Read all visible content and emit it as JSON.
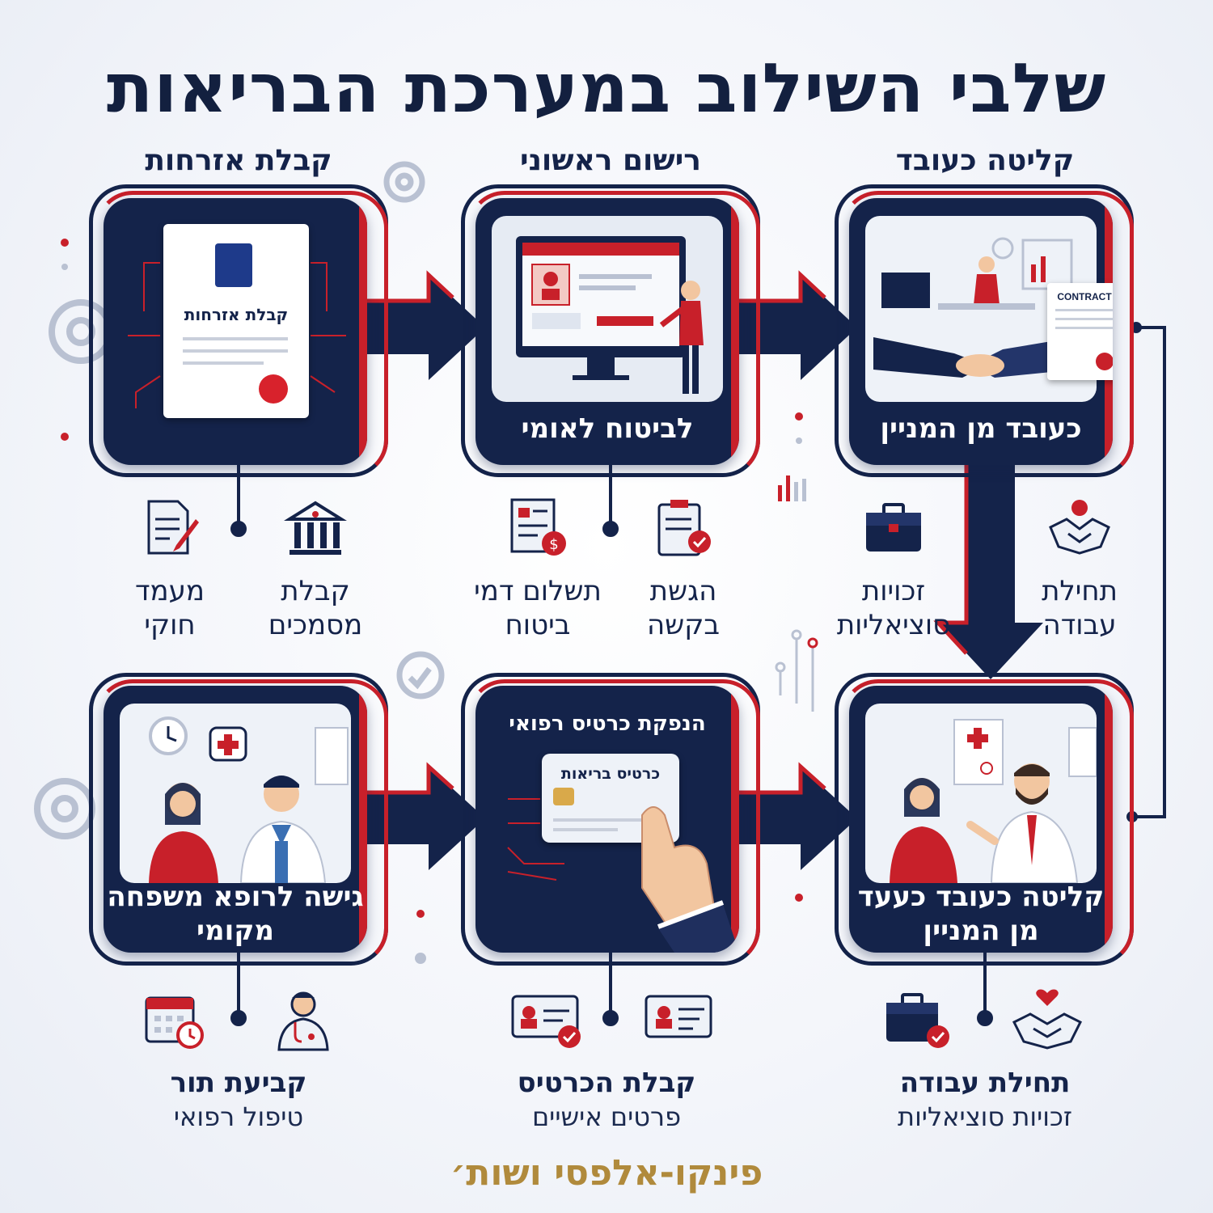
{
  "title": "שלבי השילוב במערכת הבריאות",
  "stages": [
    {
      "title": "קבלת אזרחות",
      "card_caption": "",
      "document_title": "קבלת אזרחות",
      "items": [
        {
          "icon": "bank-building-icon",
          "label": "קבלת מסמכים"
        },
        {
          "icon": "document-pen-icon",
          "label": "מעמד חוקי"
        }
      ]
    },
    {
      "title": "רישום ראשוני",
      "card_caption": "לביטוח לאומי",
      "items": [
        {
          "icon": "clipboard-check-icon",
          "label": "הגשת בקשה"
        },
        {
          "icon": "invoice-dollar-icon",
          "label": "תשלום דמי ביטוח"
        }
      ]
    },
    {
      "title": "קליטה כעובד",
      "card_caption": "כעובד מן המניין",
      "contract_label": "CONTRACT",
      "items": [
        {
          "icon": "handshake-icon",
          "label": "תחילת עבודה"
        },
        {
          "icon": "briefcase-icon",
          "label": "זכויות סוציאליות"
        }
      ]
    },
    {
      "title": "",
      "card_caption": "קליטה כעובד כעעד מן המניין",
      "items": [
        {
          "icon": "handshake-heart-icon",
          "label": "תחילת עבודה",
          "sublabel": "זכויות סוציאליות"
        },
        {
          "icon": "briefcase-check-icon",
          "label": ""
        }
      ]
    },
    {
      "title": "",
      "card_caption": "הנפקת כרטיס רפואי",
      "card_text": "כרטיס בריאות",
      "items": [
        {
          "icon": "id-card-icon",
          "label": "קבלת הכרטיס",
          "sublabel": "פרטים אישיים"
        },
        {
          "icon": "id-card-check-icon",
          "label": ""
        }
      ]
    },
    {
      "title": "",
      "card_caption": "גישה לרופא משפחה מקומי",
      "items": [
        {
          "icon": "doctor-icon",
          "label": "קביעת תור",
          "sublabel": "טיפול רפואי"
        },
        {
          "icon": "calendar-clock-icon",
          "label": ""
        }
      ]
    }
  ],
  "footer": "פינקו-אלפסי ושות׳",
  "colors": {
    "navy": "#14234a",
    "red": "#c8202a",
    "gold": "#b08a3c"
  }
}
